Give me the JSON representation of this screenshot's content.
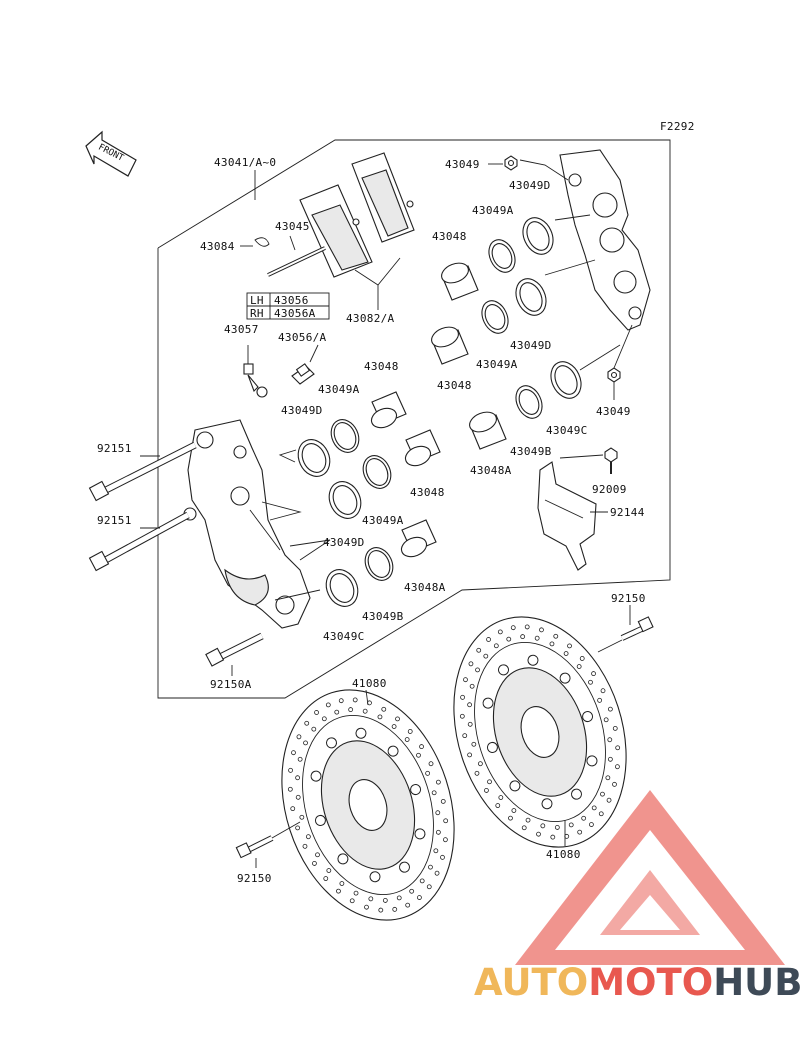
{
  "figure_code": "F2292",
  "front_label": "FRONT",
  "labels": [
    {
      "id": "l-43041",
      "text": "43041/A~0"
    },
    {
      "id": "l-43049-top",
      "text": "43049"
    },
    {
      "id": "l-43049d-top",
      "text": "43049D"
    },
    {
      "id": "l-43049a-top",
      "text": "43049A"
    },
    {
      "id": "l-43045",
      "text": "43045"
    },
    {
      "id": "l-43084",
      "text": "43084"
    },
    {
      "id": "l-43048-a",
      "text": "43048"
    },
    {
      "id": "l-43082",
      "text": "43082/A"
    },
    {
      "id": "l-43057",
      "text": "43057"
    },
    {
      "id": "l-43056a",
      "text": "43056/A"
    },
    {
      "id": "l-43049a-mid",
      "text": "43049A"
    },
    {
      "id": "l-43049d-mid",
      "text": "43049D"
    },
    {
      "id": "l-43048-b",
      "text": "43048"
    },
    {
      "id": "l-43048-c",
      "text": "43048"
    },
    {
      "id": "l-43049a-left",
      "text": "43049A"
    },
    {
      "id": "l-43049d-left",
      "text": "43049D"
    },
    {
      "id": "l-43049-right",
      "text": "43049"
    },
    {
      "id": "l-43049c-right",
      "text": "43049C"
    },
    {
      "id": "l-43049b-right",
      "text": "43049B"
    },
    {
      "id": "l-43048a-right",
      "text": "43048A"
    },
    {
      "id": "l-92009",
      "text": "92009"
    },
    {
      "id": "l-92144",
      "text": "92144"
    },
    {
      "id": "l-92151-a",
      "text": "92151"
    },
    {
      "id": "l-92151-b",
      "text": "92151"
    },
    {
      "id": "l-43048-d",
      "text": "43048"
    },
    {
      "id": "l-43049a-low",
      "text": "43049A"
    },
    {
      "id": "l-43049d-low",
      "text": "43049D"
    },
    {
      "id": "l-43048a-low",
      "text": "43048A"
    },
    {
      "id": "l-43049b-low",
      "text": "43049B"
    },
    {
      "id": "l-43049c-low",
      "text": "43049C"
    },
    {
      "id": "l-92150a",
      "text": "92150A"
    },
    {
      "id": "l-92150-right",
      "text": "92150"
    },
    {
      "id": "l-41080-left",
      "text": "41080"
    },
    {
      "id": "l-41080-right",
      "text": "41080"
    },
    {
      "id": "l-92150-left",
      "text": "92150"
    }
  ],
  "side_table": {
    "rows": [
      {
        "side": "LH",
        "part": "43056"
      },
      {
        "side": "RH",
        "part": "43056A"
      }
    ]
  },
  "watermark": {
    "part1": "AUTO",
    "part2": "MOTO",
    "part3": "HUB",
    "color1": "#f0b75a",
    "color2": "#e8584f",
    "color3": "#3e4a57"
  }
}
